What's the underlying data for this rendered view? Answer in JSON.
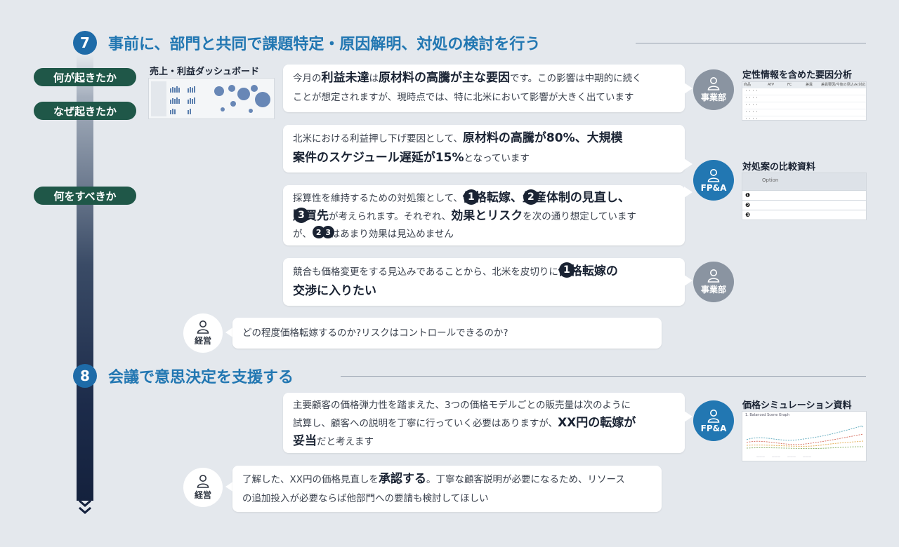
{
  "section7": {
    "number": "7",
    "title": "事前に、部門と共同で課題特定・原因解明、対処の検討を行う"
  },
  "section8": {
    "number": "8",
    "title": "会議で意思決定を支援する"
  },
  "timeline_labels": [
    "何が起きたか",
    "なぜ起きたか",
    "何をすべきか"
  ],
  "dashboard": {
    "title": "売上・利益ダッシュボード"
  },
  "docs": {
    "factor_analysis": {
      "title": "定性情報を含めた要因分析",
      "headers": [
        "商品",
        "ATP",
        "FC",
        "差異",
        "差異要因/今後の見込み/対応"
      ],
      "rows": [
        "・・・・",
        "・・・・",
        "・・・・",
        "・・・・",
        "・・・・"
      ]
    },
    "comparison": {
      "title": "対処案の比較資料",
      "header": "Option",
      "rows": [
        "❶",
        "❷",
        "❸"
      ]
    },
    "simulation": {
      "title": "価格シミュレーション資料",
      "chart_title": "1. Balanced Scene Graph",
      "legend": [
        "———",
        "———",
        "———",
        "———"
      ]
    }
  },
  "actors": {
    "business": "事業部",
    "fpa": "FP&A",
    "exec": "経営"
  },
  "bubbles": {
    "b1": {
      "l1_a": "今月の",
      "l1_b": "利益未達",
      "l1_c": "は",
      "l1_d": "原材料の高騰が主な要因",
      "l1_e": "です。この影響は中期的に続く",
      "l2": "ことが想定されますが、現時点では、特に北米において影響が大きく出ています"
    },
    "b2": {
      "l1_a": "北米における利益押し下げ要因として、",
      "l1_b": "原材料の高騰が80%、大規模",
      "l2_a": "案件のスケジュール遅延が15%",
      "l2_b": "となっています"
    },
    "b3": {
      "l1_a": "採算性を維持するための対処策として、",
      "c1": "1",
      "l1_b": "価格転嫁、",
      "c2": "2",
      "l1_c": "生産体制の見直し、",
      "c3": "3",
      "l2_a": "購買先",
      "l2_b": "が考えられます。それぞれ、",
      "l2_c": "効果とリスク",
      "l2_d": "を次の通り想定しています",
      "l3_a": "が、",
      "l3_b": "と",
      "l3_c": "ではあまり効果は見込めません"
    },
    "b4": {
      "l1_a": "競合も価格変更をする見込みであることから、北米を皮切りに",
      "c1": "1",
      "l1_b": "価格転嫁の",
      "l2": "交渉に入りたい"
    },
    "b5": {
      "l1": "どの程度価格転嫁するのか?リスクはコントロールできるのか?"
    },
    "b6": {
      "l1": "主要顧客の価格弾力性を踏まえた、3つの価格モデルごとの販売量は次のように",
      "l2_a": "試算し、顧客への説明を丁寧に行っていく必要はありますが、",
      "l2_b": "XX円の転嫁が",
      "l3_a": "妥当",
      "l3_b": "だと考えます"
    },
    "b7": {
      "l1_a": "了解した、XX円の価格見直しを",
      "l1_b": "承認する",
      "l1_c": "。丁寧な顧客説明が必要になるため、リソース",
      "l2": "の追加投入が必要ならば他部門への要請も検討してほしい"
    }
  },
  "colors": {
    "accent": "#2277b2",
    "pill": "#1f5748",
    "timeline": "#14213d",
    "gray_actor": "#8a94a1",
    "background": "#e4e8ed"
  }
}
